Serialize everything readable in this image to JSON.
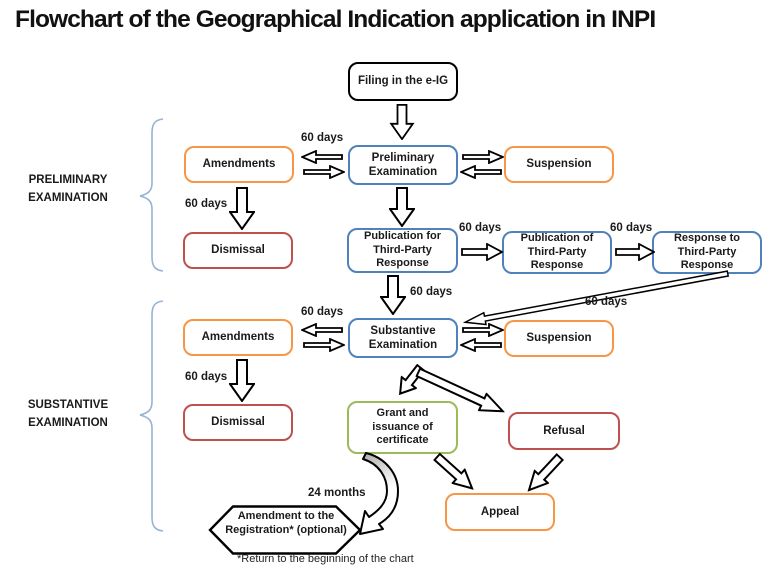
{
  "title": "Flowchart of the Geographical Indication application in INPI",
  "footnote": "*Return to the beginning of the chart",
  "colors": {
    "orange": "#F79646",
    "blue": "#4F81BD",
    "red": "#C0504D",
    "green": "#9BBB59",
    "black": "#000000",
    "brace": "#95B3D7"
  },
  "phase_labels": [
    {
      "id": "preliminary",
      "label": "PRELIMINARY EXAMINATION"
    },
    {
      "id": "substantive",
      "label": "SUBSTANTIVE EXAMINATION"
    }
  ],
  "nodes": {
    "filing": {
      "label": "Filing in the e-IG",
      "border": "black"
    },
    "amendments1": {
      "label": "Amendments",
      "border": "orange"
    },
    "preliminary_examination": {
      "label": "Preliminary Examination",
      "border": "blue"
    },
    "suspension1": {
      "label": "Suspension",
      "border": "orange"
    },
    "dismissal1": {
      "label": "Dismissal",
      "border": "red"
    },
    "publication_for": {
      "label": "Publication for Third-Party Response",
      "border": "blue"
    },
    "publication_of": {
      "label": "Publication of Third-Party Response",
      "border": "blue"
    },
    "response_to": {
      "label": "Response to Third-Party Response",
      "border": "blue"
    },
    "amendments2": {
      "label": "Amendments",
      "border": "orange"
    },
    "substantive_examination": {
      "label": "Substantive Examination",
      "border": "blue"
    },
    "suspension2": {
      "label": "Suspension",
      "border": "orange"
    },
    "dismissal2": {
      "label": "Dismissal",
      "border": "red"
    },
    "grant": {
      "label": "Grant and issuance of certificate",
      "border": "green"
    },
    "refusal": {
      "label": "Refusal",
      "border": "red"
    },
    "appeal": {
      "label": "Appeal",
      "border": "orange"
    },
    "amendment_registration": {
      "label": "Amendment to the Registration* (optional)",
      "border": "black"
    }
  },
  "edge_labels": {
    "sixty_days": "60 days",
    "twenty_four_months": "24 months"
  }
}
